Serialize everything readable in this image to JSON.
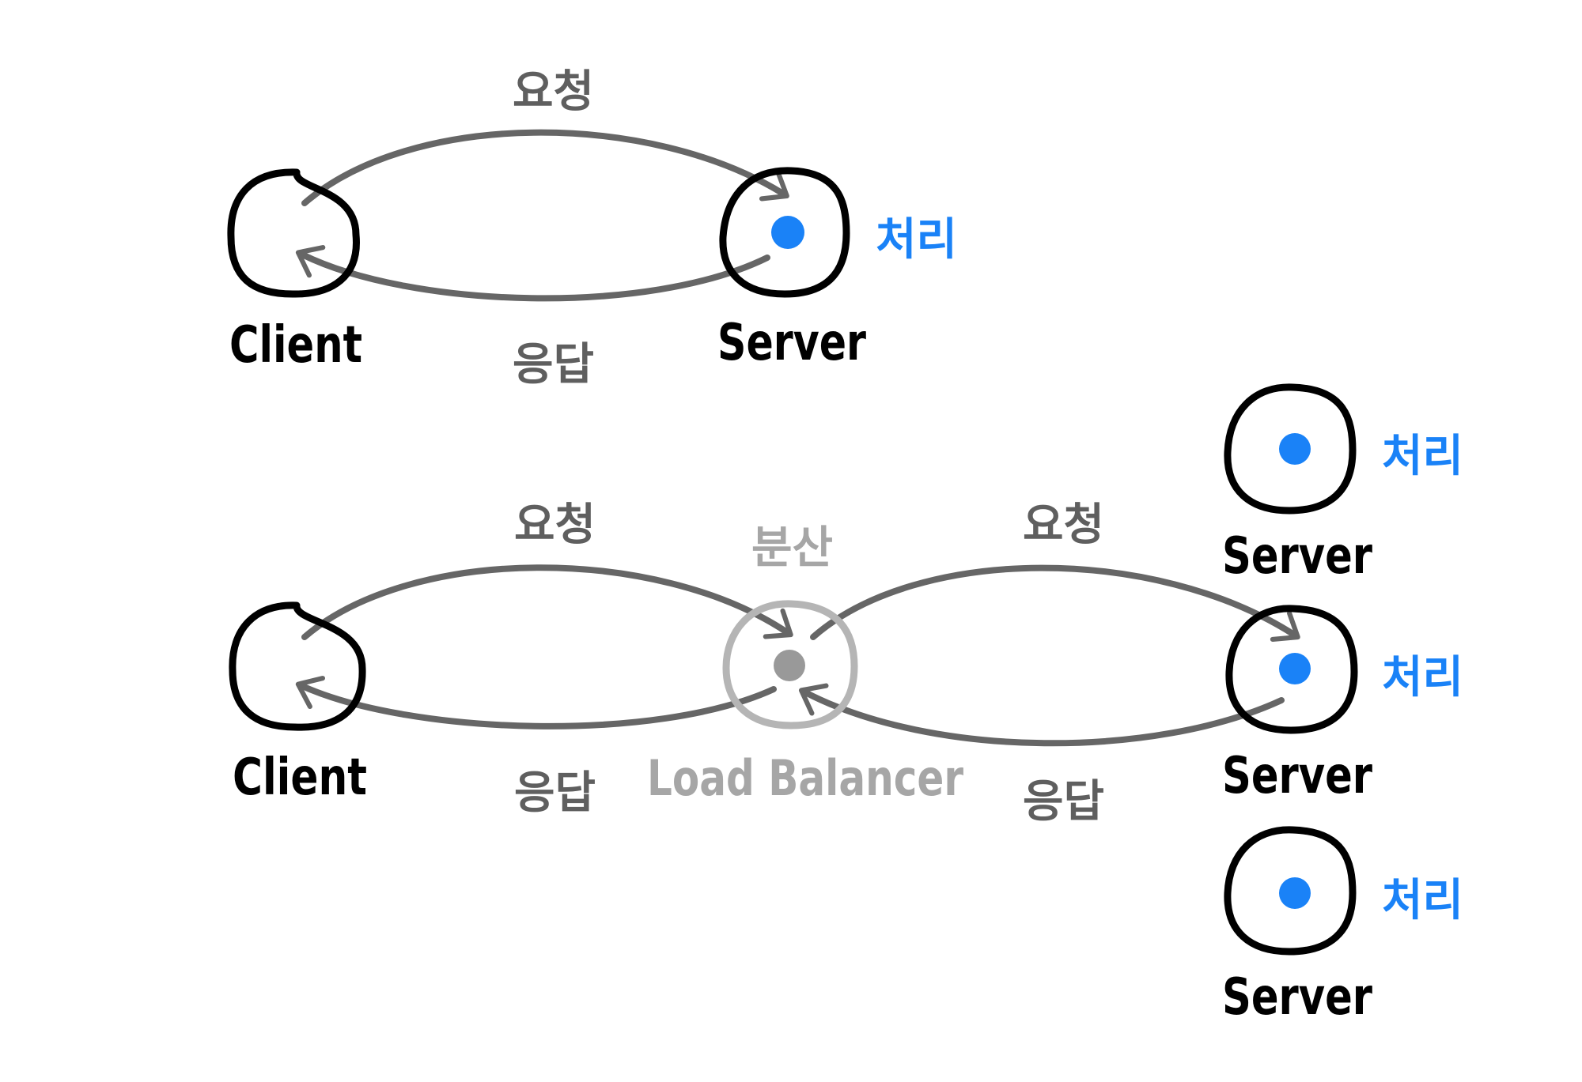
{
  "colors": {
    "node_outline": "#000000",
    "arrow": "#666666",
    "process_dot": "#1a82f7",
    "process_label": "#1a82f7",
    "balancer_outline": "#b5b5b5",
    "balancer_dot": "#999999",
    "balancer_label": "#a6a6a6",
    "arrow_label": "#5f5f5f",
    "node_label": "#000000"
  },
  "top": {
    "client_label": "Client",
    "server_label": "Server",
    "request_label": "요청",
    "response_label": "응답",
    "process_label": "처리"
  },
  "bottom": {
    "client_label": "Client",
    "balancer_label": "Load Balancer",
    "distribute_label": "분산",
    "left_request_label": "요청",
    "left_response_label": "응답",
    "right_request_label": "요청",
    "right_response_label": "응답",
    "servers": [
      {
        "label": "Server",
        "process_label": "처리"
      },
      {
        "label": "Server",
        "process_label": "처리"
      },
      {
        "label": "Server",
        "process_label": "처리"
      }
    ]
  }
}
